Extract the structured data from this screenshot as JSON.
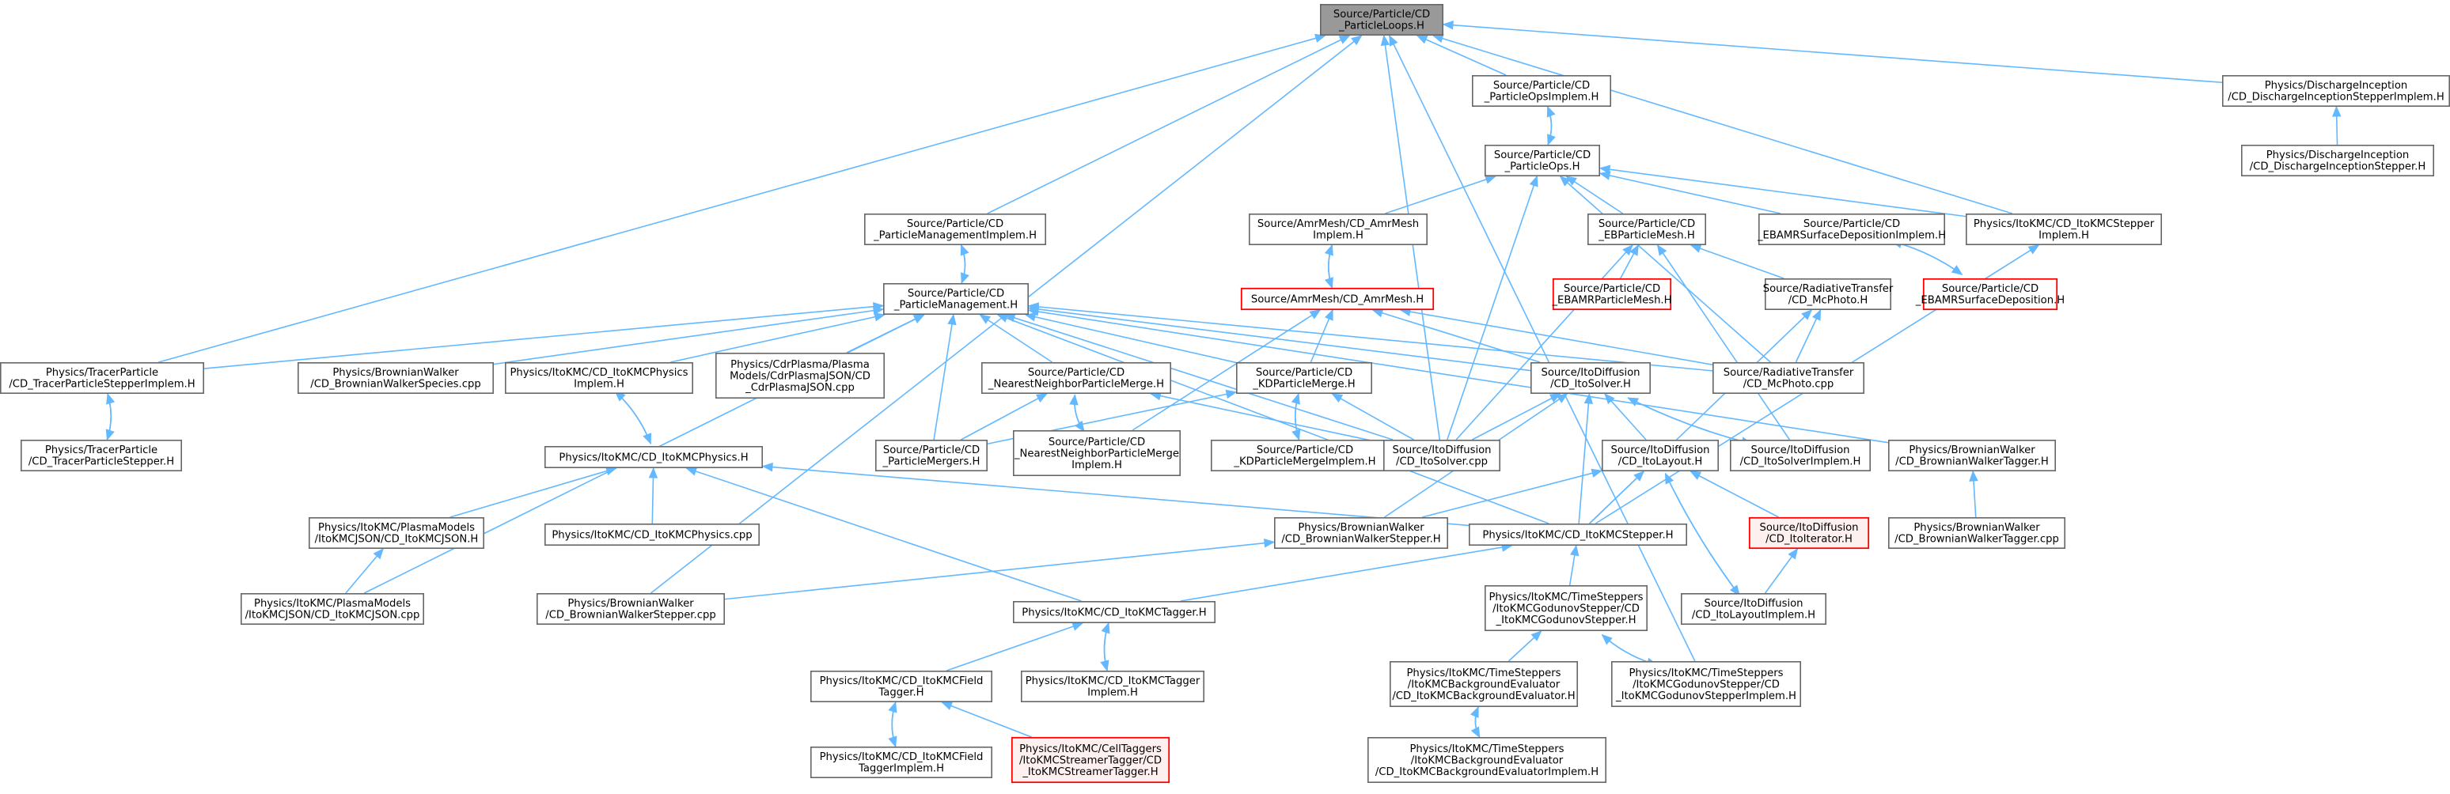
{
  "diagram": {
    "colors": {
      "edge": "#63b8ff",
      "node_border": "#666666",
      "root_fill": "#999999",
      "highlight_border": "#ff0000",
      "highlight_fill": "#fff0f0"
    },
    "nodes": [
      {
        "id": "root",
        "lines": [
          "Source/Particle/CD",
          "_ParticleLoops.H"
        ],
        "style": "root"
      },
      {
        "id": "opsimpl",
        "lines": [
          "Source/Particle/CD",
          "_ParticleOpsImplem.H"
        ],
        "style": "normal"
      },
      {
        "id": "dis_impl",
        "lines": [
          "Physics/DischargeInception",
          "/CD_DischargeInceptionStepperImplem.H"
        ],
        "style": "normal"
      },
      {
        "id": "dis",
        "lines": [
          "Physics/DischargeInception",
          "/CD_DischargeInceptionStepper.H"
        ],
        "style": "normal"
      },
      {
        "id": "ops",
        "lines": [
          "Source/Particle/CD",
          "_ParticleOps.H"
        ],
        "style": "normal"
      },
      {
        "id": "mgmtimpl",
        "lines": [
          "Source/Particle/CD",
          "_ParticleManagementImplem.H"
        ],
        "style": "normal"
      },
      {
        "id": "amrimpl",
        "lines": [
          "Source/AmrMesh/CD_AmrMesh",
          "Implem.H"
        ],
        "style": "normal"
      },
      {
        "id": "ebmesh",
        "lines": [
          "Source/Particle/CD",
          "_EBParticleMesh.H"
        ],
        "style": "normal"
      },
      {
        "id": "ebamrsurfimpl",
        "lines": [
          "Source/Particle/CD",
          "_EBAMRSurfaceDepositionImplem.H"
        ],
        "style": "normal"
      },
      {
        "id": "itokmcstepimpl",
        "lines": [
          "Physics/ItoKMC/CD_ItoKMCStepper",
          "Implem.H"
        ],
        "style": "normal"
      },
      {
        "id": "amrmesh",
        "lines": [
          "Source/AmrMesh/CD_AmrMesh.H"
        ],
        "style": "red"
      },
      {
        "id": "ebamrmesh",
        "lines": [
          "Source/Particle/CD",
          "_EBAMRParticleMesh.H"
        ],
        "style": "red"
      },
      {
        "id": "radmc",
        "lines": [
          "Source/RadiativeTransfer",
          "/CD_McPhoto.H"
        ],
        "style": "normal"
      },
      {
        "id": "ebamrsurf",
        "lines": [
          "Source/Particle/CD",
          "_EBAMRSurfaceDeposition.H"
        ],
        "style": "red"
      },
      {
        "id": "mgmt",
        "lines": [
          "Source/Particle/CD",
          "_ParticleManagement.H"
        ],
        "style": "normal"
      },
      {
        "id": "tracerimpl",
        "lines": [
          "Physics/TracerParticle",
          "/CD_TracerParticleStepperImplem.H"
        ],
        "style": "normal"
      },
      {
        "id": "bwspecies",
        "lines": [
          "Physics/BrownianWalker",
          "/CD_BrownianWalkerSpecies.cpp"
        ],
        "style": "normal"
      },
      {
        "id": "physimpl",
        "lines": [
          "Physics/ItoKMC/CD_ItoKMCPhysics",
          "Implem.H"
        ],
        "style": "normal"
      },
      {
        "id": "cdrjson",
        "lines": [
          "Physics/CdrPlasma/Plasma",
          "Models/CdrPlasmaJSON/CD",
          "_CdrPlasmaJSON.cpp"
        ],
        "style": "normal"
      },
      {
        "id": "nnmerge",
        "lines": [
          "Source/Particle/CD",
          "_NearestNeighborParticleMerge.H"
        ],
        "style": "normal"
      },
      {
        "id": "kdmerge",
        "lines": [
          "Source/Particle/CD",
          "_KDParticleMerge.H"
        ],
        "style": "normal"
      },
      {
        "id": "itosolver",
        "lines": [
          "Source/ItoDiffusion",
          "/CD_ItoSolver.H"
        ],
        "style": "normal"
      },
      {
        "id": "mcphotocpp",
        "lines": [
          "Source/RadiativeTransfer",
          "/CD_McPhoto.cpp"
        ],
        "style": "normal"
      },
      {
        "id": "tracer",
        "lines": [
          "Physics/TracerParticle",
          "/CD_TracerParticleStepper.H"
        ],
        "style": "normal"
      },
      {
        "id": "physics",
        "lines": [
          "Physics/ItoKMC/CD_ItoKMCPhysics.H"
        ],
        "style": "normal"
      },
      {
        "id": "mergers",
        "lines": [
          "Source/Particle/CD",
          "_ParticleMergers.H"
        ],
        "style": "normal"
      },
      {
        "id": "nnmergeimpl",
        "lines": [
          "Source/Particle/CD",
          "_NearestNeighborParticleMerge",
          "Implem.H"
        ],
        "style": "normal"
      },
      {
        "id": "kdmergeimpl",
        "lines": [
          "Source/Particle/CD",
          "_KDParticleMergeImplem.H"
        ],
        "style": "normal"
      },
      {
        "id": "itosolvercpp",
        "lines": [
          "Source/ItoDiffusion",
          "/CD_ItoSolver.cpp"
        ],
        "style": "normal"
      },
      {
        "id": "itolayout",
        "lines": [
          "Source/ItoDiffusion",
          "/CD_ItoLayout.H"
        ],
        "style": "normal"
      },
      {
        "id": "itosolverimpl",
        "lines": [
          "Source/ItoDiffusion",
          "/CD_ItoSolverImplem.H"
        ],
        "style": "normal"
      },
      {
        "id": "bwtagger",
        "lines": [
          "Physics/BrownianWalker",
          "/CD_BrownianWalkerTagger.H"
        ],
        "style": "normal"
      },
      {
        "id": "pmjson",
        "lines": [
          "Physics/ItoKMC/PlasmaModels",
          "/ItoKMCJSON/CD_ItoKMCJSON.H"
        ],
        "style": "normal"
      },
      {
        "id": "physcpp",
        "lines": [
          "Physics/ItoKMC/CD_ItoKMCPhysics.cpp"
        ],
        "style": "normal"
      },
      {
        "id": "bwstepper",
        "lines": [
          "Physics/BrownianWalker",
          "/CD_BrownianWalkerStepper.H"
        ],
        "style": "normal"
      },
      {
        "id": "itokmcstepper",
        "lines": [
          "Physics/ItoKMC/CD_ItoKMCStepper.H"
        ],
        "style": "normal"
      },
      {
        "id": "itoiter",
        "lines": [
          "Source/ItoDiffusion",
          "/CD_ItoIterator.H"
        ],
        "style": "pink"
      },
      {
        "id": "bwtaggercpp",
        "lines": [
          "Physics/BrownianWalker",
          "/CD_BrownianWalkerTagger.cpp"
        ],
        "style": "normal"
      },
      {
        "id": "pmjsoncpp",
        "lines": [
          "Physics/ItoKMC/PlasmaModels",
          "/ItoKMCJSON/CD_ItoKMCJSON.cpp"
        ],
        "style": "normal"
      },
      {
        "id": "bwstepcpp",
        "lines": [
          "Physics/BrownianWalker",
          "/CD_BrownianWalkerStepper.cpp"
        ],
        "style": "normal"
      },
      {
        "id": "tagger",
        "lines": [
          "Physics/ItoKMC/CD_ItoKMCTagger.H"
        ],
        "style": "normal"
      },
      {
        "id": "godunov",
        "lines": [
          "Physics/ItoKMC/TimeSteppers",
          "/ItoKMCGodunovStepper/CD",
          "_ItoKMCGodunovStepper.H"
        ],
        "style": "normal"
      },
      {
        "id": "itolayoutimpl",
        "lines": [
          "Source/ItoDiffusion",
          "/CD_ItoLayoutImplem.H"
        ],
        "style": "normal"
      },
      {
        "id": "fieldtagger",
        "lines": [
          "Physics/ItoKMC/CD_ItoKMCField",
          "Tagger.H"
        ],
        "style": "normal"
      },
      {
        "id": "taggerimpl",
        "lines": [
          "Physics/ItoKMC/CD_ItoKMCTagger",
          "Implem.H"
        ],
        "style": "normal"
      },
      {
        "id": "bgeval",
        "lines": [
          "Physics/ItoKMC/TimeSteppers",
          "/ItoKMCBackgroundEvaluator",
          "/CD_ItoKMCBackgroundEvaluator.H"
        ],
        "style": "normal"
      },
      {
        "id": "godunovimpl",
        "lines": [
          "Physics/ItoKMC/TimeSteppers",
          "/ItoKMCGodunovStepper/CD",
          "_ItoKMCGodunovStepperImplem.H"
        ],
        "style": "normal"
      },
      {
        "id": "fieldtaggerimpl",
        "lines": [
          "Physics/ItoKMC/CD_ItoKMCField",
          "TaggerImplem.H"
        ],
        "style": "normal"
      },
      {
        "id": "streamer",
        "lines": [
          "Physics/ItoKMC/CellTaggers",
          "/ItoKMCStreamerTagger/CD",
          "_ItoKMCStreamerTagger.H"
        ],
        "style": "pink"
      },
      {
        "id": "bgevalimpl",
        "lines": [
          "Physics/ItoKMC/TimeSteppers",
          "/ItoKMCBackgroundEvaluator",
          "/CD_ItoKMCBackgroundEvaluatorImplem.H"
        ],
        "style": "normal"
      }
    ]
  }
}
